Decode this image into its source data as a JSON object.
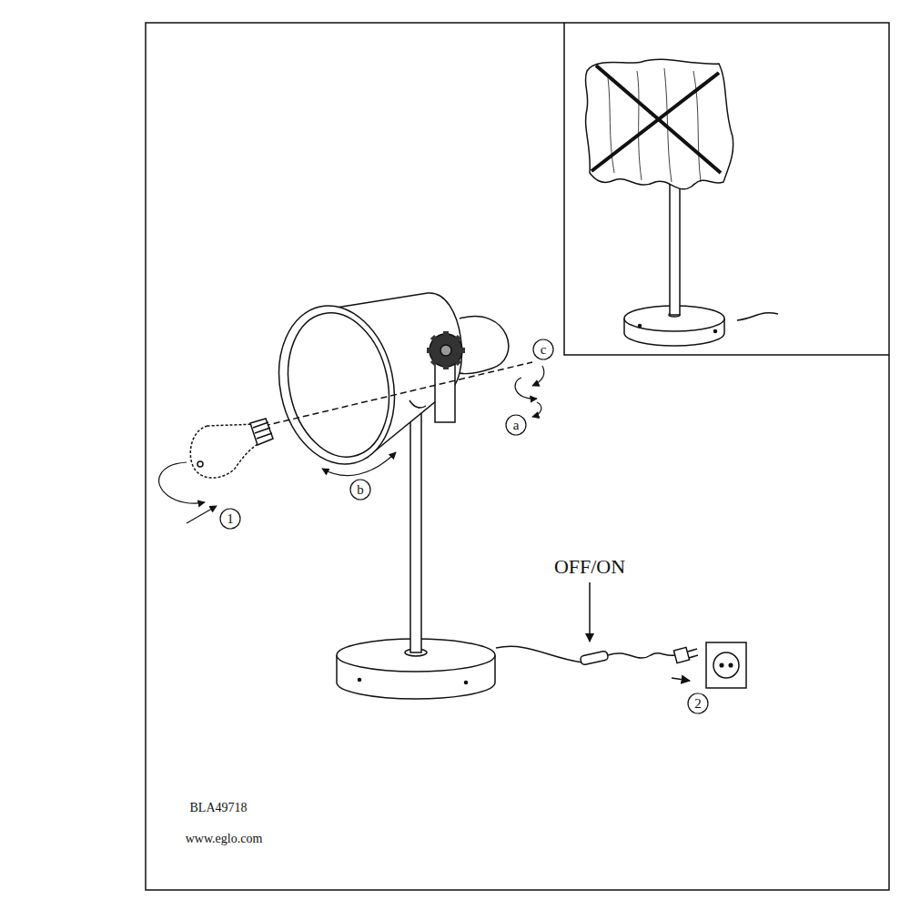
{
  "diagram": {
    "labels": [
      "c",
      "a",
      "b",
      "1",
      "OFF/ON",
      "2",
      "BLA49718",
      "www.eglo.com"
    ]
  }
}
